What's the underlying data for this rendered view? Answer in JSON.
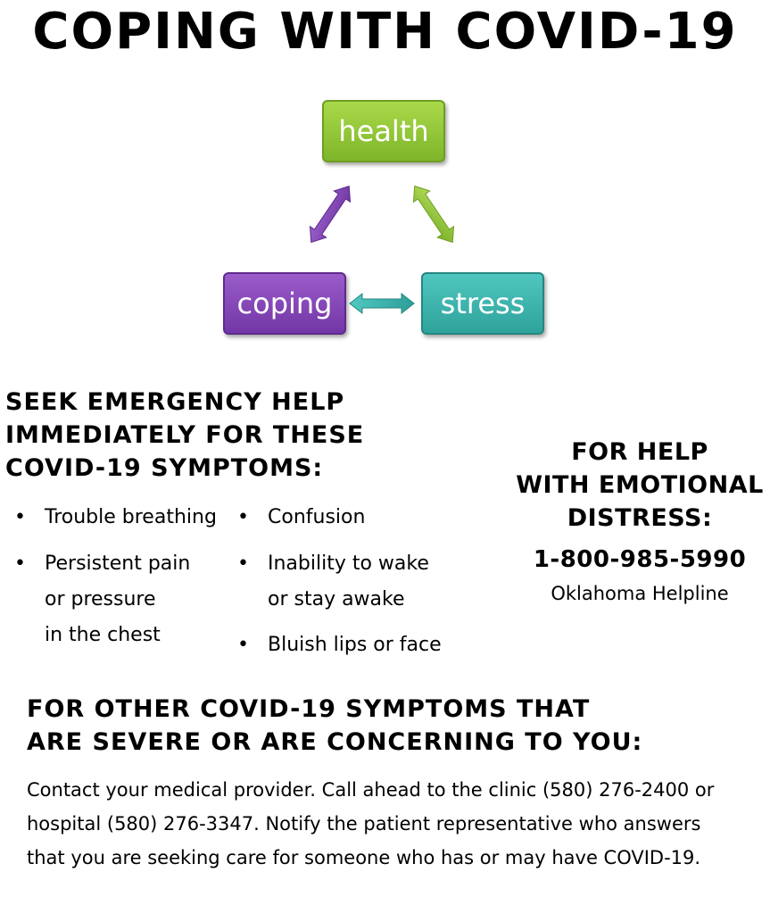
{
  "title": "COPING WITH COVID-19",
  "diagram": {
    "nodes": {
      "health": "health",
      "coping": "coping",
      "stress": "stress"
    },
    "colors": {
      "health": "#8cc43a",
      "coping": "#7f45b0",
      "stress": "#38b1a9"
    }
  },
  "emergency": {
    "heading_lines": [
      "SEEK EMERGENCY HELP",
      "IMMEDIATELY FOR THESE",
      "COVID-19 SYMPTOMS:"
    ],
    "bullet": "•",
    "symptoms_left": [
      {
        "lines": [
          "Trouble breathing"
        ]
      },
      {
        "lines": [
          "Persistent pain",
          "or pressure",
          "in the chest"
        ]
      }
    ],
    "symptoms_right": [
      {
        "lines": [
          "Confusion"
        ]
      },
      {
        "lines": [
          "Inability to wake",
          "or stay awake"
        ]
      },
      {
        "lines": [
          "Bluish lips or face"
        ]
      }
    ]
  },
  "help": {
    "heading_lines": [
      "FOR HELP",
      "WITH EMOTIONAL",
      "DISTRESS:"
    ],
    "phone": "1-800-985-5990",
    "name": "Oklahoma Helpline"
  },
  "other": {
    "heading_lines": [
      "FOR OTHER COVID-19 SYMPTOMS THAT",
      "ARE SEVERE OR ARE CONCERNING TO YOU:"
    ],
    "body_lines": [
      "Contact your medical provider. Call ahead to the clinic (580) 276-2400 or",
      "hospital (580) 276-3347. Notify the patient representative who answers",
      "that you are seeking care for someone who has or may have COVID-19."
    ]
  }
}
